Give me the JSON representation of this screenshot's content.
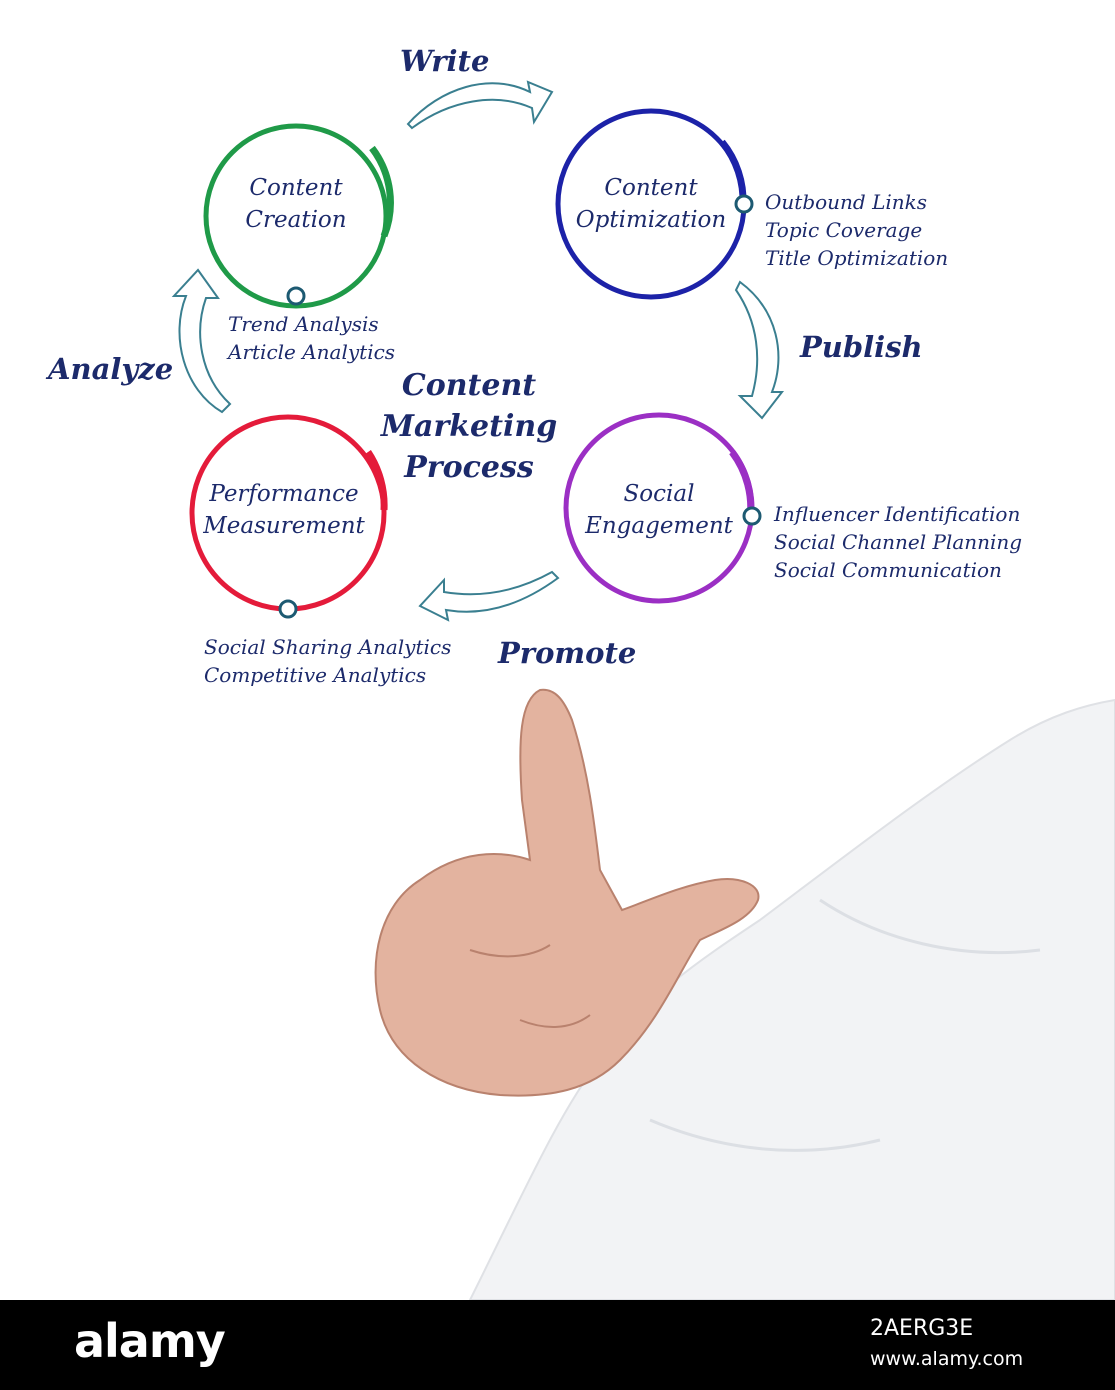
{
  "diagram": {
    "title_lines": [
      "Content",
      "Marketing",
      "Process"
    ],
    "stages": [
      {
        "id": "creation",
        "lines": [
          "Content",
          "Creation"
        ],
        "color": "#1f9a48",
        "details": [
          "Trend Analysis",
          "Article Analytics"
        ]
      },
      {
        "id": "optimization",
        "lines": [
          "Content",
          "Optimization"
        ],
        "color": "#1c22a8",
        "details": [
          "Outbound Links",
          "Topic Coverage",
          "Title Optimization"
        ]
      },
      {
        "id": "engagement",
        "lines": [
          "Social",
          "Engagement"
        ],
        "color": "#9b2fc4",
        "details": [
          "Influencer Identification",
          "Social Channel Planning",
          "Social Communication"
        ]
      },
      {
        "id": "measurement",
        "lines": [
          "Performance",
          "Measurement"
        ],
        "color": "#e41b3a",
        "details": [
          "Social Sharing Analytics",
          "Competitive Analytics"
        ]
      }
    ],
    "transitions": {
      "write": "Write",
      "publish": "Publish",
      "promote": "Promote",
      "analyze": "Analyze"
    },
    "text_color": "#1c2a6b",
    "arrow_color": "#3a7f90"
  },
  "footer": {
    "logo": "alamy",
    "image_id": "2AERG3E",
    "site": "www.alamy.com"
  }
}
